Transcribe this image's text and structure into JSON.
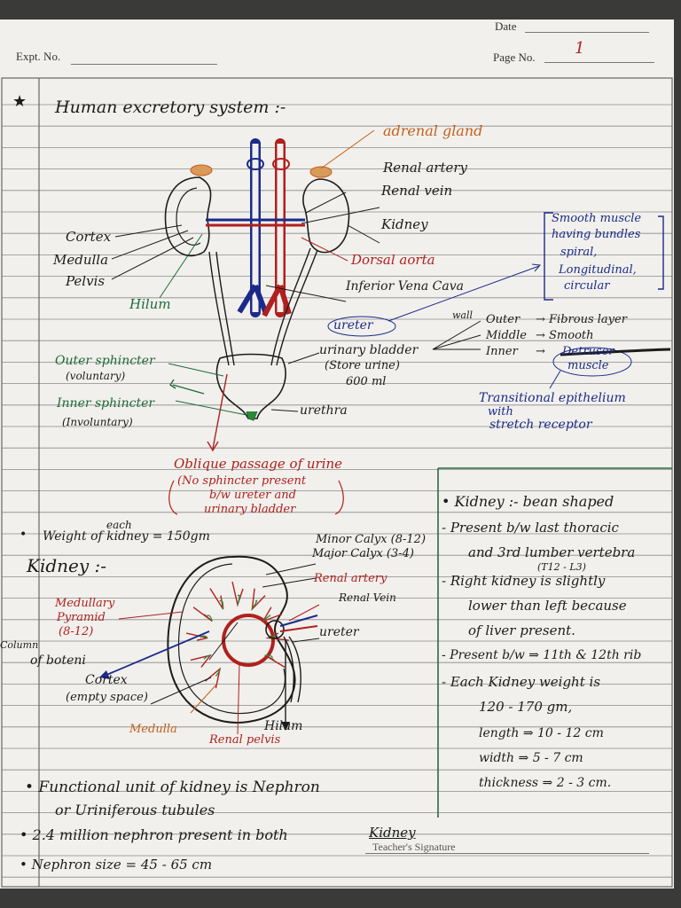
{
  "header": {
    "date_label": "Date",
    "expt_label": "Expt. No.",
    "page_label": "Page No.",
    "page_number": "1"
  },
  "heading": {
    "star": "★",
    "title": "Human excretory system :-"
  },
  "diagram1": {
    "adrenal_gland": "adrenal gland",
    "renal_artery": "Renal artery",
    "renal_vein": "Renal vein",
    "kidney": "Kidney",
    "cortex": "Cortex",
    "medulla": "Medulla",
    "pelvis": "Pelvis",
    "hilum": "Hilum",
    "dorsal_aorta": "Dorsal aorta",
    "inferior_vena_cava": "Inferior Vena Cava",
    "ureter": "ureter",
    "urinary_bladder": "urinary bladder",
    "store_urine": "(Store urine)",
    "capacity": "600 ml",
    "outer_sphincter": "Outer sphincter",
    "voluntary": "(voluntary)",
    "inner_sphincter": "Inner sphincter",
    "involuntary": "(Involuntary)",
    "urethra": "urethra"
  },
  "ureter_muscle": {
    "line1": "Smooth muscle",
    "line2": "having bundles",
    "line3": "spiral,",
    "line4": "Longitudinal,",
    "line5": "circular"
  },
  "wall": {
    "label": "wall",
    "outer": "Outer",
    "outer_val": "Fibrous layer",
    "middle": "Middle",
    "middle_val": "Smooth",
    "inner": "Inner",
    "inner_val1": "Detrusor",
    "inner_val2": "muscle",
    "epithelium1": "Transitional epithelium",
    "epithelium2": "with",
    "epithelium3": "stretch receptor"
  },
  "oblique": {
    "line1": "Oblique passage of urine",
    "line2": "(No sphincter present",
    "line3": "b/w ureter and",
    "line4": "urinary bladder"
  },
  "weight_note": {
    "each": "each",
    "text": "Weight of kidney = 150gm"
  },
  "kidney_heading": "Kidney :-",
  "diagram2": {
    "minor_calyx": "Minor Calyx (8-12)",
    "major_calyx": "Major Calyx (3-4)",
    "renal_artery": "Renal artery",
    "renal_vein": "Renal Vein",
    "ureter": "ureter",
    "medullary_pyramid1": "Medullary",
    "medullary_pyramid2": "Pyramid",
    "medullary_pyramid3": "(8-12)",
    "column1": "Column",
    "column2": "of boteni",
    "cortex": "Cortex",
    "cortex_note": "(empty space)",
    "medulla": "Medulla",
    "hilum": "Hilum",
    "renal_pelvis": "Renal pelvis"
  },
  "kidney_notes": [
    "• Kidney :- bean shaped",
    "- Present b/w last thoracic",
    "and 3rd lumber vertebra",
    "(T12 - L3)",
    "- Right kidney is slightly",
    "lower than left because",
    "of liver present.",
    "- Present b/w ⇒ 11th & 12th rib",
    "- Each Kidney weight is",
    "120 - 170 gm,",
    "length ⇒ 10 - 12 cm",
    "width ⇒ 5 - 7 cm",
    "thickness ⇒ 2 - 3 cm."
  ],
  "bottom": {
    "nephron1": "• Functional unit of kidney is Nephron",
    "nephron2": "or Uriniferous tubules",
    "million": "• 2.4 million nephron present in both",
    "kidney_word": "Kidney",
    "signature": "Teacher's Signature",
    "size": "• Nephron size = 45 - 65 cm"
  }
}
